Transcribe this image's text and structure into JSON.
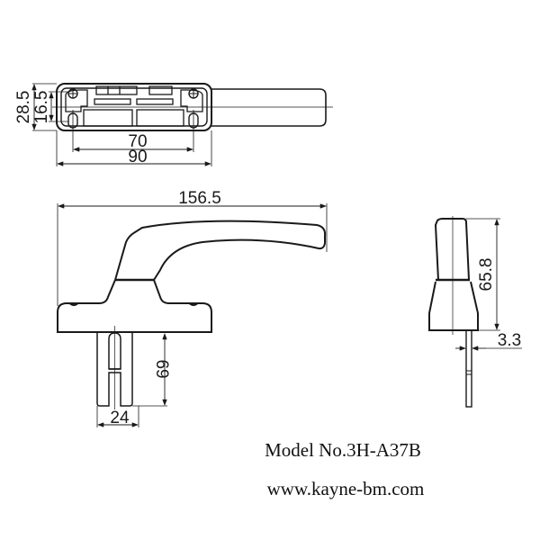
{
  "drawing": {
    "model_label": "Model No.3H-A37B",
    "website": "www.kayne-bm.com",
    "colors": {
      "line": "#1a1a1a",
      "background": "#ffffff"
    }
  },
  "top_view": {
    "dim_total_height": "28.5",
    "dim_inner_height": "16.5",
    "dim_hole_spacing": "70",
    "dim_plate_width": "90"
  },
  "front_view": {
    "dim_overall_length": "156.5",
    "dim_spindle_length": "69",
    "dim_spindle_width": "24"
  },
  "side_view": {
    "dim_height": "65.8",
    "dim_spindle_thickness": "3.3"
  }
}
